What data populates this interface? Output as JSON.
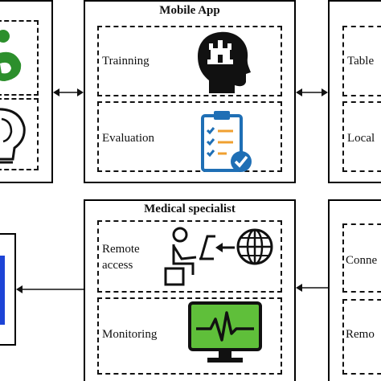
{
  "mobile_app": {
    "title": "Mobile App",
    "items": [
      "Trainning",
      "Evaluation"
    ]
  },
  "right_top": {
    "items": [
      "Table",
      "Local"
    ]
  },
  "medical_specialist": {
    "title": "Medical specialist",
    "items": [
      "Remote\naccess",
      "Monitoring"
    ]
  },
  "right_bottom": {
    "items": [
      "Conne",
      "Remo"
    ]
  },
  "colors": {
    "accent_green": "#2c8f2c",
    "monitor_green": "#5fbf3a",
    "clipboard_blue": "#1f6fb5",
    "left_blue": "#1d44d6",
    "ink": "#111111"
  },
  "icons": [
    "brain-castle-icon",
    "clipboard-check-icon",
    "person-laptop-icon",
    "globe-icon",
    "monitor-heartbeat-icon",
    "lightbulb-icon",
    "green-person-icon"
  ]
}
